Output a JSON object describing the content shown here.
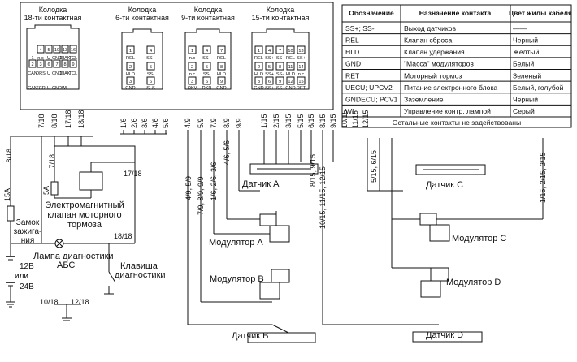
{
  "connectors": [
    {
      "title1": "Колодка",
      "title2": "18-ти контактная",
      "pins": [
        "4",
        "5",
        "10",
        "13",
        "16",
        "1",
        "n.c",
        "U",
        "CND",
        "DIAK",
        "TCL",
        "2",
        "3",
        "6",
        "7",
        "8",
        "9",
        "11",
        "12",
        "14",
        "18",
        "CAN",
        "DRS",
        "U",
        "CND",
        "DIAK",
        "TCL",
        "CAN",
        "TCR",
        "U",
        "CND",
        "WL"
      ]
    },
    {
      "title1": "Колодка",
      "title2": "6-ти контактная",
      "pins": [
        "1",
        "4",
        "REL",
        "SS+",
        "2",
        "5",
        "HLD",
        "SS-",
        "3",
        "6",
        "GND",
        "SLS"
      ]
    },
    {
      "title1": "Колодка",
      "title2": "9-ти контактная",
      "pins": [
        "1",
        "4",
        "7",
        "n.c",
        "SS+",
        "REL",
        "2",
        "5",
        "8",
        "n.c",
        "SS-",
        "HLD",
        "3",
        "6",
        "9",
        "OKV",
        "DKR",
        "GND"
      ]
    },
    {
      "title1": "Колодка",
      "title2": "15-ти контактная",
      "pins": [
        "1",
        "4",
        "7",
        "10",
        "13",
        "REL",
        "SS+",
        "SS-",
        "REL",
        "SS+",
        "2",
        "5",
        "8",
        "11",
        "14",
        "HLD",
        "SS+",
        "SS-",
        "HLD",
        "n.c",
        "3",
        "6",
        "9",
        "12",
        "15",
        "GND",
        "SS+",
        "SS-",
        "GND",
        "RET"
      ]
    }
  ],
  "legend_table": {
    "headers": [
      "Обозначение",
      "Назначение контакта",
      "Цвет жилы кабеля"
    ],
    "rows": [
      {
        "code": "SS+; SS-",
        "purpose": "Выход датчиков",
        "color": "——"
      },
      {
        "code": "REL",
        "purpose": "Клапан сброса",
        "color": "Черный"
      },
      {
        "code": "HLD",
        "purpose": "Клапан удержания",
        "color": "Желтый"
      },
      {
        "code": "GND",
        "purpose": "\"Масса\" модуляторов",
        "color": "Белый"
      },
      {
        "code": "RET",
        "purpose": "Моторный тормоз",
        "color": "Зеленый"
      },
      {
        "code": "UECU; UPCV2",
        "purpose": "Питание электронного блока",
        "color": "Белый, голубой"
      },
      {
        "code": "GNDECU; PCV1",
        "purpose": "Заземление",
        "color": "Черный"
      },
      {
        "code": "WL",
        "purpose": "Управление контр. лампой",
        "color": "Серый"
      }
    ],
    "footer": "Остальные контакты не задействованы"
  },
  "pin_labels_top": [
    "7/18",
    "8/18",
    "17/18",
    "18/18",
    "1/6",
    "2/6",
    "3/6",
    "4/6",
    "5/6",
    "4/9",
    "5/9",
    "7/9",
    "8/9",
    "9/9",
    "1/15",
    "2/15",
    "3/15",
    "5/15",
    "6/15",
    "8/15",
    "9/15",
    "10/15",
    "11/15",
    "12/15"
  ],
  "wire_labels": {
    "l_8_18": "8/18",
    "l_7_18": "7/18",
    "l_17_18": "17/18",
    "l_18_18": "18/18",
    "l_15a": "15A",
    "l_5a": "5A",
    "l_valve": "4/9, 5/9",
    "l_valve2": "7/9, 8/9, 9/9",
    "l_valve3": "1/6, 2/6, 3/6",
    "l_valve4": "4/6, 5/6",
    "l_s1": "1/15, 2/15, 3/15",
    "l_s2": "5/15, 6/15",
    "l_s3": "8/15, 9/15",
    "l_s4": "10/15, 11/15, 12/15",
    "l_bottom1": "10/18",
    "l_bottom2": "12/18"
  },
  "labels": {
    "valve": [
      "Электромагнитный",
      "клапан моторного",
      "тормоза"
    ],
    "ignition": [
      "Замок",
      "зажига-",
      "ния"
    ],
    "lamp": [
      "Лампа диагностики",
      "АБС"
    ],
    "key": [
      "Клавиша",
      "диагностики"
    ],
    "v12": "12В",
    "ili": "или",
    "v24": "24В",
    "sensorA": "Датчик A",
    "sensorB": "Датчик B",
    "sensorC": "Датчик  C",
    "sensorD": "Датчик  D",
    "modA": "Модулятор A",
    "modB": "Модулятор B",
    "modC": "Модулятор C",
    "modD": "Модулятор D"
  }
}
